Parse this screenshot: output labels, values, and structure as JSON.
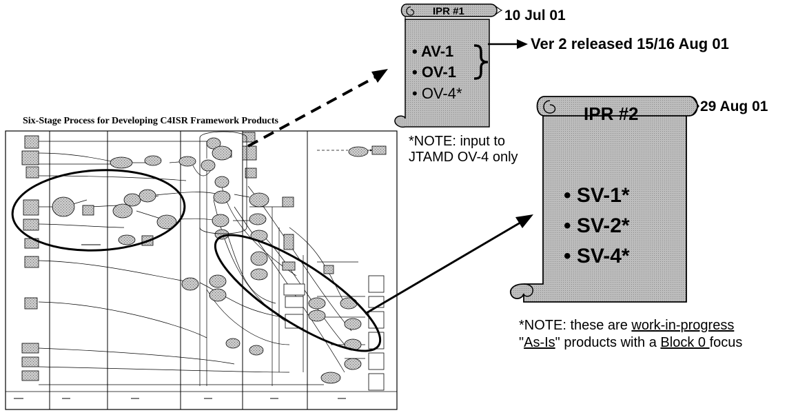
{
  "diagram_title": "Six-Stage Process for Developing C4ISR Framework Products",
  "ipr1": {
    "title": "IPR #1",
    "date": "10 Jul 01",
    "items": [
      "• AV-1",
      "• OV-1",
      "• OV-4*"
    ],
    "release_text": "Ver 2 released 15/16 Aug 01",
    "note": "*NOTE: input to JTAMD OV-4 only"
  },
  "ipr2": {
    "title": "IPR #2",
    "date": "29 Aug 01",
    "items": [
      "• SV-1*",
      "• SV-2*",
      "• SV-4*"
    ],
    "note": {
      "prefix": "*NOTE: these are ",
      "wip": "work-in-progress",
      "quote_open": "\"",
      "asis": "As-Is",
      "middle": "\" products with a ",
      "block": "Block 0 ",
      "suffix": "focus"
    }
  },
  "colors": {
    "scroll_fill": "#b9b9b9",
    "ink": "#000000"
  }
}
